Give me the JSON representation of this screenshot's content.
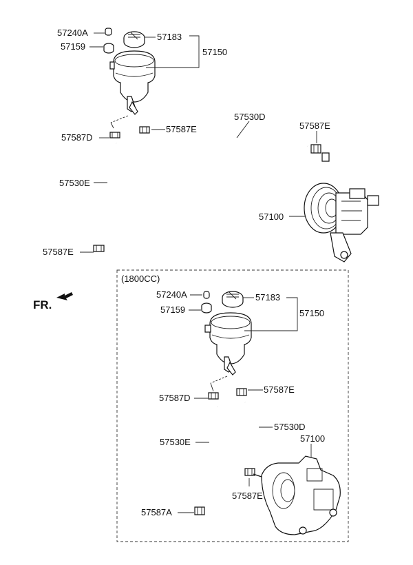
{
  "diagram": {
    "direction_label": "FR.",
    "upper": {
      "labels": {
        "p57240A": "57240A",
        "p57183": "57183",
        "p57159": "57159",
        "p57150": "57150",
        "p57530D": "57530D",
        "p57587D": "57587D",
        "p57587E_mid": "57587E",
        "p57587E_pump": "57587E",
        "p57530E": "57530E",
        "p57100": "57100",
        "p57587E_bottom": "57587E"
      }
    },
    "lower": {
      "variant_label": "(1800CC)",
      "labels": {
        "p57240A": "57240A",
        "p57183": "57183",
        "p57159": "57159",
        "p57150": "57150",
        "p57587D": "57587D",
        "p57587E_mid": "57587E",
        "p57530D": "57530D",
        "p57100": "57100",
        "p57530E": "57530E",
        "p57587E_pump": "57587E",
        "p57587A": "57587A"
      }
    },
    "colors": {
      "line": "#111111",
      "background": "#ffffff"
    }
  }
}
